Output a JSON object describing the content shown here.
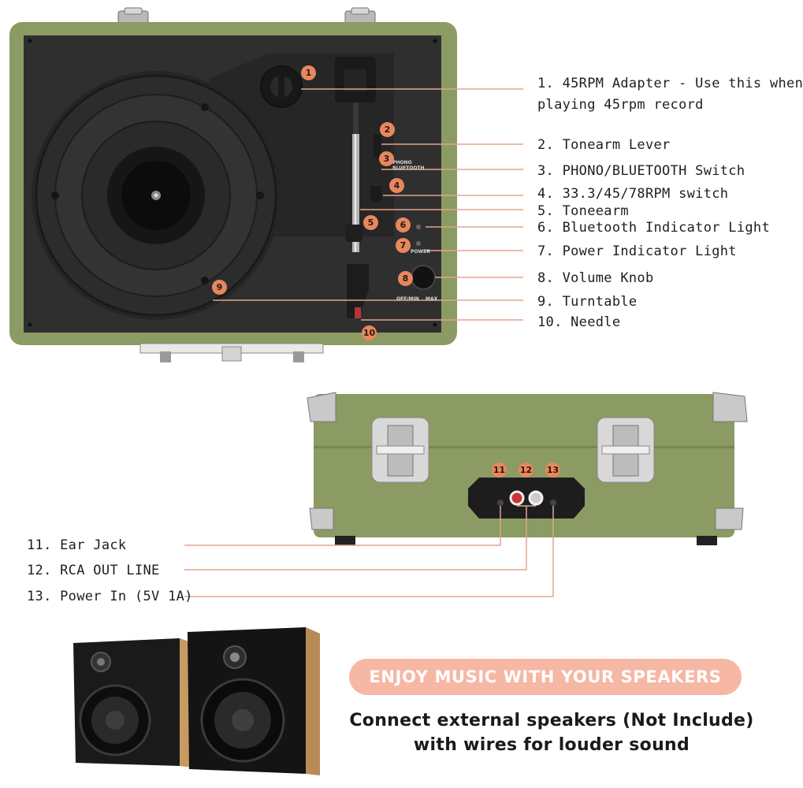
{
  "top_callouts": [
    {
      "num": "1",
      "line1": "1. 45RPM Adapter - Use this when",
      "line2": "playing 45rpm record"
    },
    {
      "num": "2",
      "text": "2. Tonearm Lever"
    },
    {
      "num": "3",
      "text": "3. PHONO/BLUETOOTH Switch"
    },
    {
      "num": "4",
      "text": "4. 33.3/45/78RPM switch"
    },
    {
      "num": "5",
      "text": "5. Toneearm"
    },
    {
      "num": "6",
      "text": "6. Bluetooth Indicator Light"
    },
    {
      "num": "7",
      "text": "7. Power Indicator Light"
    },
    {
      "num": "8",
      "text": "8. Volume Knob"
    },
    {
      "num": "9",
      "text": "9. Turntable"
    },
    {
      "num": "10",
      "text": "10. Needle"
    }
  ],
  "panel_labels": {
    "phono": "PHONO",
    "bluetooth": "BLUETOOTH",
    "power": "POWER",
    "off_min": "OFF/MIN",
    "max": "MAX"
  },
  "rear_callouts": [
    {
      "num": "11",
      "text": "11. Ear Jack"
    },
    {
      "num": "12",
      "text": "12. RCA OUT LINE"
    },
    {
      "num": "13",
      "text": "13. Power In (5V 1A)"
    }
  ],
  "promo": {
    "pill": "ENJOY MUSIC WITH YOUR SPEAKERS",
    "line1": "Connect external speakers (Not Include)",
    "line2": "with wires for louder sound"
  },
  "colors": {
    "case": "#8b9b63",
    "deck": "#2f2f2f",
    "accent": "#e8875f",
    "pill": "#f6b7a4",
    "leader": "#e2a58b"
  },
  "icons": [
    "turntable-top-view",
    "tonearm",
    "suitcase-rear-view",
    "bookshelf-speakers"
  ]
}
